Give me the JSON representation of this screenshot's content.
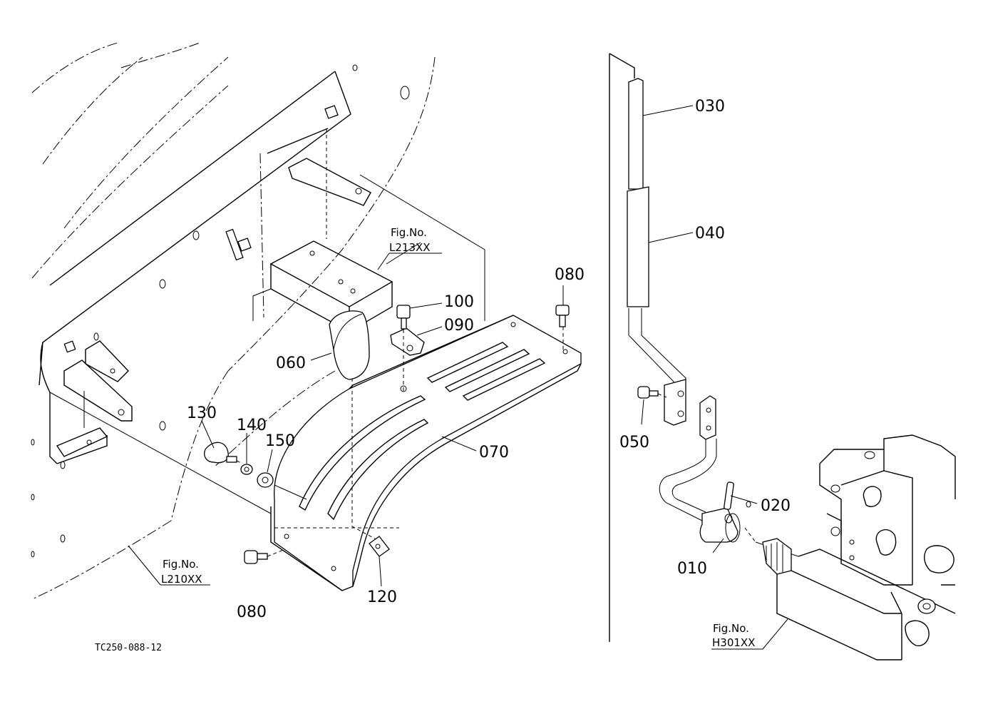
{
  "parts": {
    "p010": "010",
    "p020": "020",
    "p030": "030",
    "p040": "040",
    "p050": "050",
    "p060": "060",
    "p070": "070",
    "p080_top": "080",
    "p080_bottom": "080",
    "p090": "090",
    "p100": "100",
    "p120": "120",
    "p130": "130",
    "p140": "140",
    "p150": "150"
  },
  "figure_refs": {
    "l213": {
      "label": "Fig.No.",
      "code": "L213XX"
    },
    "l210": {
      "label": "Fig.No.",
      "code": "L210XX"
    },
    "h301": {
      "label": "Fig.No.",
      "code": "H301XX"
    }
  },
  "drawing_code": "TC250-088-12"
}
